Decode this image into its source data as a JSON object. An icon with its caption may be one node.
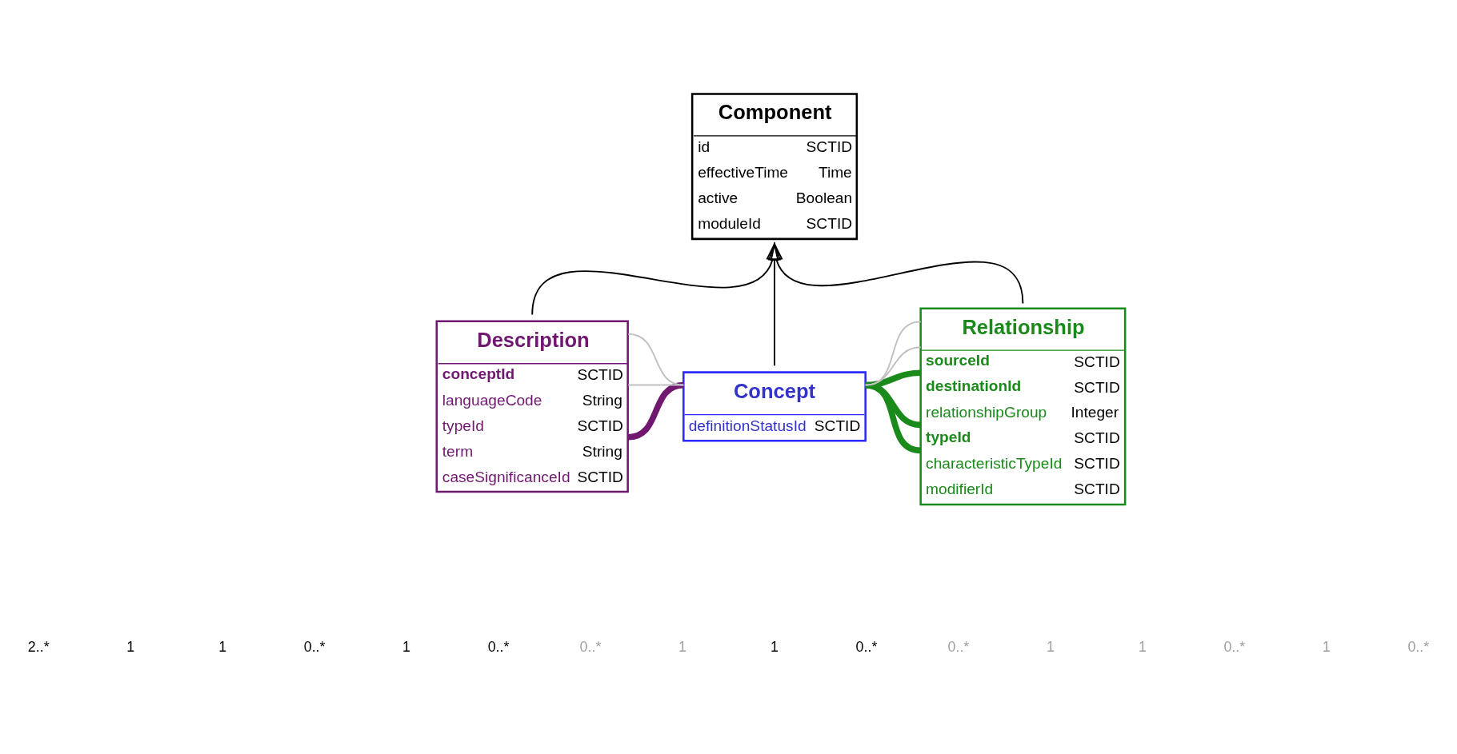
{
  "diagram": {
    "nodes": [
      {
        "text": [
          "Component",
          "id",
          "SCTID",
          "effectiveTime",
          "Time",
          "active",
          "Boolean",
          "moduleId",
          "SCTID"
        ]
      },
      {
        "text": [
          "Description",
          "conceptId",
          "SCTID",
          "languageCode",
          "String",
          "typeId",
          "SCTID",
          "term",
          "String",
          "caseSignificanceId",
          "SCTID"
        ]
      },
      {
        "text": [
          "Concept",
          "definitionStatusId",
          "SCTID"
        ]
      },
      {
        "text": [
          "Relationship",
          "sourceId",
          "SCTID",
          "destinationId",
          "SCTID",
          "relationshipGroup",
          "Integer",
          "typeId",
          "SCTID",
          "characteristicTypeId",
          "SCTID",
          "modifierId",
          "SCTID"
        ]
      }
    ],
    "edges": [
      {
        "from": 1,
        "to": 0,
        "arrow": "to",
        "color": "#000000"
      },
      {
        "from": 2,
        "to": 0,
        "arrow": "to",
        "color": "#000000"
      },
      {
        "from": 3,
        "to": 0,
        "arrow": "to",
        "color": "#000000"
      },
      {
        "from": 1,
        "to": 2,
        "arrow": "none",
        "style": "thick",
        "color": "#701870"
      },
      {
        "from": 1,
        "to": 2,
        "arrow": "none",
        "color": "#c0c0c0"
      },
      {
        "from": 1,
        "to": 2,
        "arrow": "none",
        "color": "#c0c0c0"
      },
      {
        "from": 2,
        "to": 3,
        "arrow": "none",
        "style": "thick",
        "color": "#1a8a1a"
      },
      {
        "from": 2,
        "to": 3,
        "arrow": "none",
        "style": "thick",
        "color": "#1a8a1a"
      },
      {
        "from": 2,
        "to": 3,
        "arrow": "none",
        "style": "thick",
        "color": "#1a8a1a"
      },
      {
        "from": 2,
        "to": 3,
        "arrow": "none",
        "color": "#c0c0c0"
      },
      {
        "from": 2,
        "to": 3,
        "arrow": "none",
        "color": "#c0c0c0"
      }
    ],
    "labels": [
      "2..*",
      "1",
      "1",
      "0..*",
      "1",
      "0..*",
      "0..*",
      "1",
      "1",
      "0..*",
      "0..*",
      "1",
      "1",
      "0..*",
      "1",
      "0..*"
    ]
  }
}
